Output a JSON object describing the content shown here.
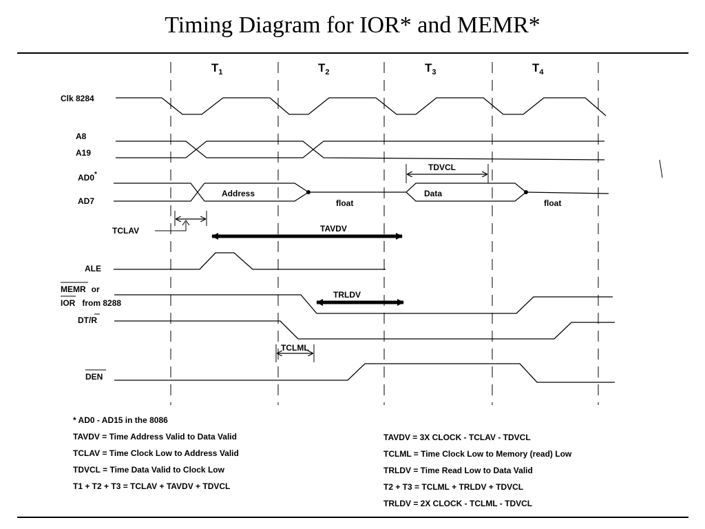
{
  "title": "Timing Diagram for IOR* and MEMR*",
  "states": [
    {
      "name": "T",
      "sub": "1"
    },
    {
      "name": "T",
      "sub": "2"
    },
    {
      "name": "T",
      "sub": "3"
    },
    {
      "name": "T",
      "sub": "4"
    }
  ],
  "signals": {
    "clk": "Clk 8284",
    "a8": "A8",
    "a19": "A19",
    "ad0": "AD0",
    "ad0_star": "*",
    "ad7": "AD7",
    "address": "Address",
    "float1": "float",
    "data": "Data",
    "float2": "float",
    "tclav": "TCLAV",
    "tavdv": "TAVDV",
    "tdvcl": "TDVCL",
    "ale": "ALE",
    "memr": "MEMR",
    "or": "or",
    "ior": "IOR",
    "from8288": "from 8288",
    "trldv": "TRLDV",
    "dtr_dt": "DT/",
    "dtr_r": "R",
    "tclml": "TCLML",
    "den": "DEN"
  },
  "notes_left": [
    "* AD0 - AD15 in the 8086",
    "TAVDV = Time Address Valid to Data Valid",
    "TCLAV = Time Clock Low to Address Valid",
    "TDVCL = Time Data Valid to Clock Low",
    "T1 + T2 + T3 = TCLAV + TAVDV + TDVCL"
  ],
  "notes_right": [
    "TAVDV = 3X CLOCK - TCLAV - TDVCL",
    "TCLML = Time Clock Low to Memory (read) Low",
    "TRLDV = Time Read Low to Data Valid",
    "T2 + T3 = TCLML + TRLDV + TDVCL",
    "TRLDV = 2X CLOCK - TCLML - TDVCL"
  ]
}
